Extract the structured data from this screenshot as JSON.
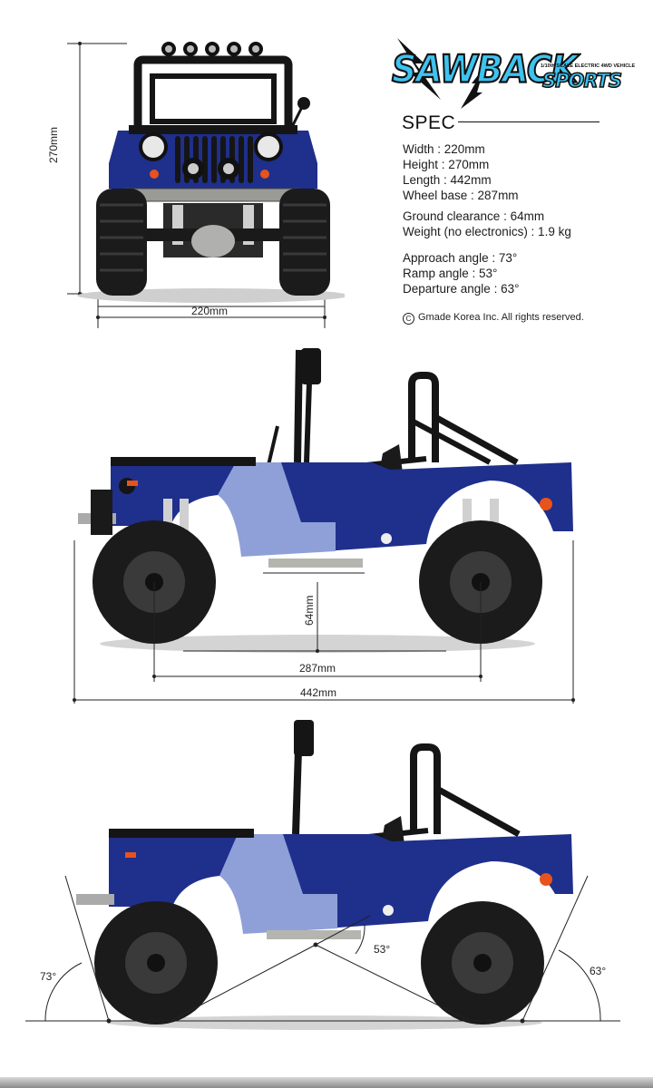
{
  "logo": {
    "main": "SAWBACK",
    "sub": "SPORTS",
    "tagline": "1/10th SCALE ELECTRIC 4WD VEHICLE"
  },
  "spec": {
    "heading": "SPEC",
    "group1": [
      "Width : 220mm",
      "Height : 270mm",
      "Length : 442mm",
      "Wheel base : 287mm"
    ],
    "group2": [
      "Ground clearance : 64mm",
      "Weight (no electronics) : 1.9 kg"
    ],
    "group3": [
      "Approach angle : 73°",
      "Ramp angle : 53°",
      "Departure angle : 63°"
    ],
    "copyright": "Gmade Korea Inc. All rights reserved."
  },
  "front_view": {
    "height_label": "270mm",
    "width_label": "220mm"
  },
  "side_view": {
    "clearance_label": "64mm",
    "wheelbase_label": "287mm",
    "length_label": "442mm"
  },
  "angle_view": {
    "approach_label": "73°",
    "ramp_label": "53°",
    "departure_label": "63°"
  },
  "colors": {
    "body_blue": "#1f2f8c",
    "panel_blue": "#8fa0d8",
    "logo_cyan": "#3ec3f0",
    "tire": "#1b1b1b"
  }
}
